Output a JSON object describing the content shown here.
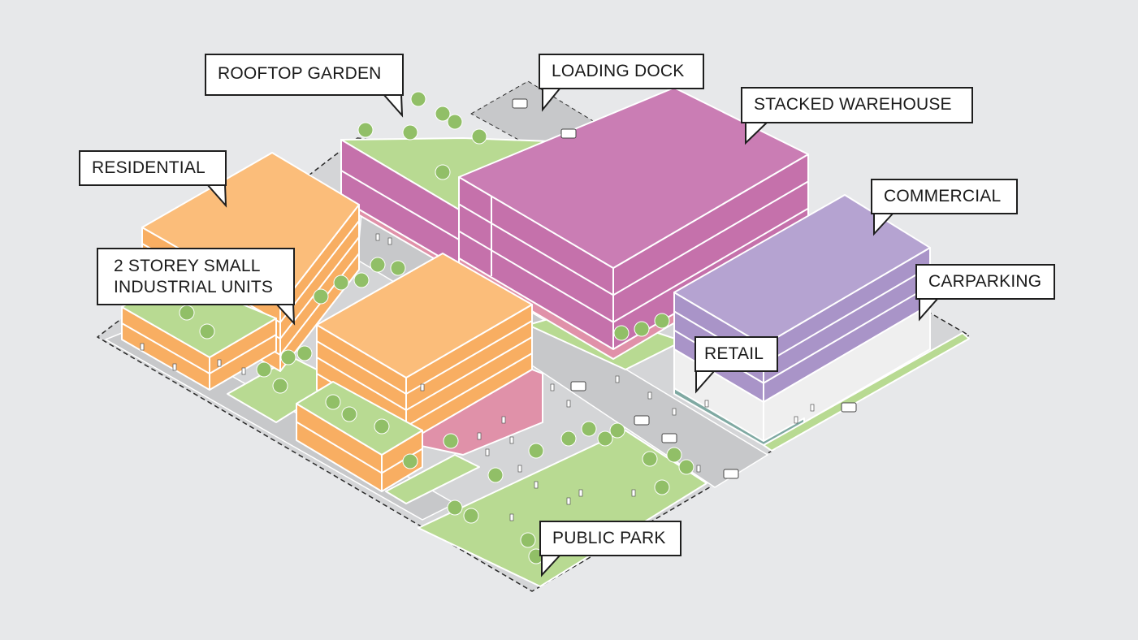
{
  "labels": {
    "rooftop_garden": "ROOFTOP GARDEN",
    "loading_dock": "LOADING DOCK",
    "stacked_warehouse": "STACKED WAREHOUSE",
    "residential": "RESIDENTIAL",
    "commercial": "COMMERCIAL",
    "industrial_units": "2 STOREY SMALL\nINDUSTRIAL UNITS",
    "carparking": "CARPARKING",
    "retail": "RETAIL",
    "public_park": "PUBLIC PARK"
  },
  "colors": {
    "background": "#e7e8ea",
    "ground": "#d4d5d7",
    "road": "#c7c8ca",
    "park": "#b8da92",
    "residential_top": "#fbbd7a",
    "residential_side": "#f8ae62",
    "warehouse_top": "#ca7db4",
    "warehouse_side": "#c571ab",
    "warehouse_low": "#e091a9",
    "commercial_top": "#b5a3d1",
    "commercial_side": "#a994c8",
    "carpark": "#efefef",
    "retail": "#7fa9a2",
    "tree": "#91bf67"
  }
}
